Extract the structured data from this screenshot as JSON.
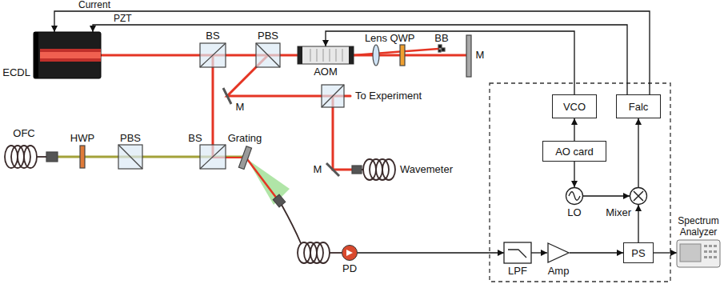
{
  "diagram": {
    "nodes": [
      {
        "text": [
          "ECDL"
        ]
      },
      {
        "text": [
          "AOM"
        ]
      },
      {
        "text": [
          "PD"
        ]
      },
      {
        "text": [
          "VCO"
        ]
      },
      {
        "text": [
          "Falc"
        ]
      },
      {
        "text": [
          "AO card"
        ]
      },
      {
        "text": [
          "LO"
        ]
      },
      {
        "text": [
          "Mixer"
        ]
      },
      {
        "text": [
          "LPF"
        ]
      },
      {
        "text": [
          "Amp"
        ]
      },
      {
        "text": [
          "PS"
        ]
      },
      {
        "text": [
          "Spectrum Analyzer"
        ]
      }
    ],
    "edges": [
      {
        "from": 4,
        "to": 0,
        "label": "Current",
        "arrow": "to"
      },
      {
        "from": 4,
        "to": 0,
        "label": "PZT",
        "arrow": "to"
      },
      {
        "from": 3,
        "to": 1,
        "arrow": "to"
      },
      {
        "from": 5,
        "to": 3,
        "arrow": "to"
      },
      {
        "from": 5,
        "to": 6,
        "arrow": "to"
      },
      {
        "from": 6,
        "to": 7,
        "arrow": "to"
      },
      {
        "from": 7,
        "to": 4,
        "arrow": "to"
      },
      {
        "from": 10,
        "to": 7,
        "arrow": "to"
      },
      {
        "from": 2,
        "to": 8,
        "arrow": "to"
      },
      {
        "from": 8,
        "to": 9,
        "arrow": "to"
      },
      {
        "from": 9,
        "to": 10,
        "arrow": "to"
      },
      {
        "from": 10,
        "to": 11,
        "arrow": "to"
      }
    ],
    "labels": [
      "BS",
      "PBS",
      "Lens",
      "QWP",
      "BB",
      "M",
      "M",
      "To Experiment",
      "M",
      "Wavemeter",
      "OFC",
      "HWP",
      "PBS",
      "BS",
      "Grating"
    ]
  }
}
